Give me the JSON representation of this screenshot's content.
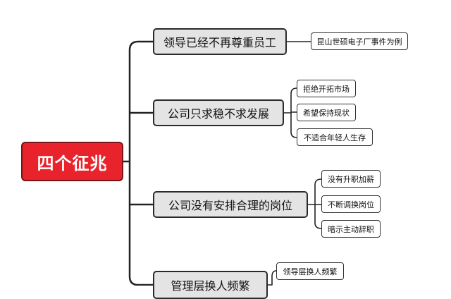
{
  "root": {
    "label": "四个征兆"
  },
  "branches": [
    {
      "label": "领导已经不再尊重员工",
      "children": [
        "昆山世硕电子厂事件为例"
      ]
    },
    {
      "label": "公司只求稳不求发展",
      "children": [
        "拒绝开拓市场",
        "希望保持现状",
        "不适合年轻人生存"
      ]
    },
    {
      "label": "公司没有安排合理的岗位",
      "children": [
        "没有升职加薪",
        "不断调换岗位",
        "暗示主动辞职"
      ]
    },
    {
      "label": "管理层换人频繁",
      "children": [
        "领导层换人频繁"
      ]
    }
  ],
  "colors": {
    "root_fill": "#e8232b",
    "branch_fill": "#e4e4e4",
    "line": "#222222"
  }
}
